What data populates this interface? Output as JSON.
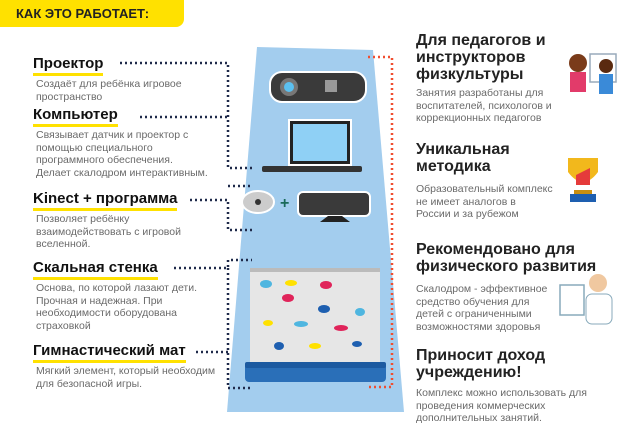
{
  "header": {
    "title": "КАК ЭТО РАБОТАЕТ:"
  },
  "left": [
    {
      "title": "Проектор",
      "desc": [
        "Создаёт для ребёнка игровое",
        "пространство"
      ]
    },
    {
      "title": "Компьютер",
      "desc": [
        "Связывает датчик и проектор с",
        "помощью специального",
        "программного обеспечения.",
        "Делает скалодром интерактивным."
      ]
    },
    {
      "title": "Kinect + программа",
      "desc": [
        "Позволяет ребёнку",
        "взаимодействовать с игровой",
        "вселенной."
      ]
    },
    {
      "title": "Скальная стенка",
      "desc": [
        "Основа, по которой лазают дети.",
        "Прочная и надежная. При",
        "необходимости оборудована",
        "страховкой"
      ]
    },
    {
      "title": "Гимнастический мат",
      "desc": [
        "Мягкий элемент, который необходим",
        "для безопасной игры."
      ]
    }
  ],
  "right": [
    {
      "title": [
        "Для педагогов и",
        "инструкторов",
        "физкультуры"
      ],
      "desc": [
        "Занятия разработаны для",
        "воспитателей, психологов и",
        "коррекционных педагогов"
      ],
      "icon": "teachers-icon"
    },
    {
      "title": [
        "Уникальная",
        "методика"
      ],
      "desc": [
        "Образовательный комплекс",
        "не имеет аналогов в",
        "России и за рубежом"
      ],
      "icon": "trophy-icon"
    },
    {
      "title": [
        "Рекомендовано для",
        "физического развития"
      ],
      "desc": [
        "Скалодром - эффективное",
        "средство обучения для",
        "детей с ограниченными",
        "возможностями здоровья"
      ],
      "icon": "doctor-icon"
    },
    {
      "title": [
        "Приносит доход",
        "учреждению!"
      ],
      "desc": [
        "Комплекс можно использовать для",
        "проведения коммерческих",
        "дополнительных занятий."
      ]
    }
  ],
  "colors": {
    "accent": "#ffe100",
    "panel": "#a3cdee",
    "navy": "#1f2a4a",
    "red": "#f04e30"
  }
}
